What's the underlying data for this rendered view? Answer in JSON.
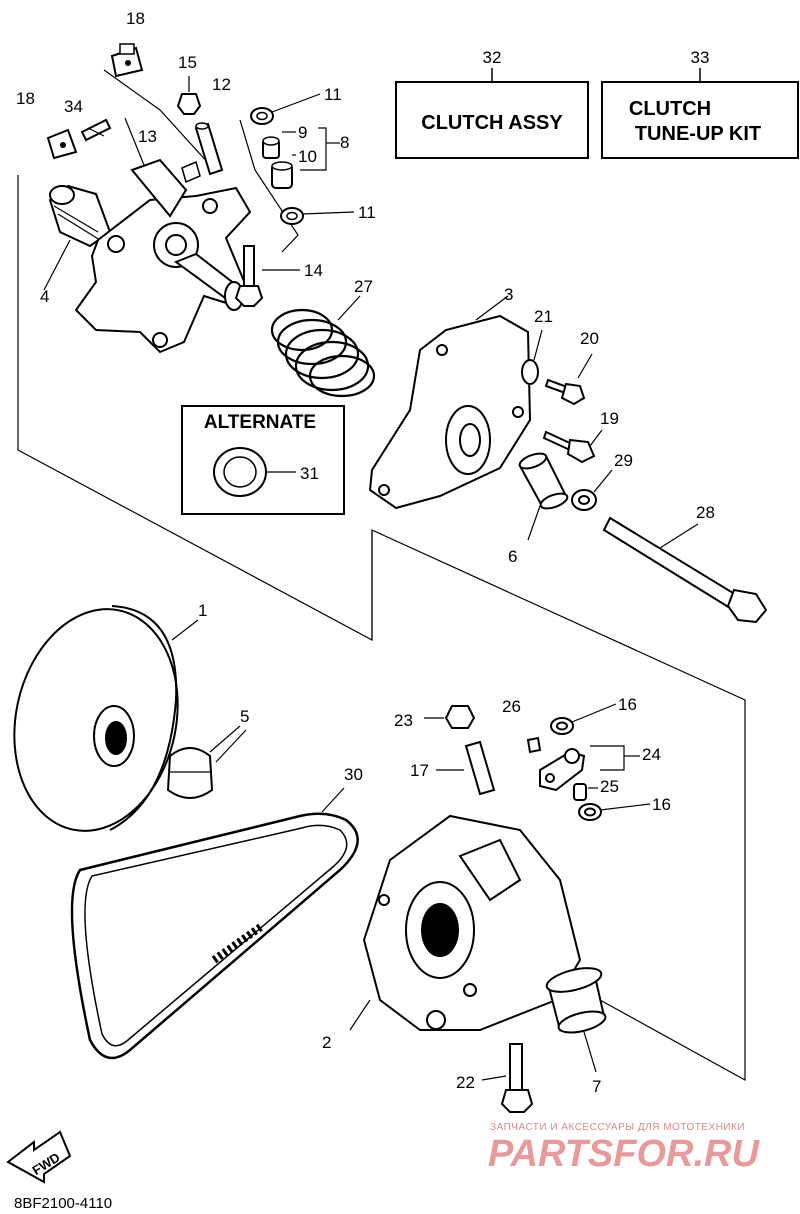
{
  "diagram": {
    "kit_boxes": {
      "clutch_assy": {
        "number": "32",
        "label": "CLUTCH ASSY"
      },
      "tune_up": {
        "number": "33",
        "line1": "CLUTCH",
        "line2": "TUNE-UP KIT"
      }
    },
    "alternate": {
      "label": "ALTERNATE",
      "part": "31"
    },
    "callouts": [
      "18",
      "15",
      "12",
      "11",
      "34",
      "18",
      "13",
      "9",
      "8",
      "10",
      "11",
      "14",
      "4",
      "27",
      "3",
      "21",
      "20",
      "19",
      "29",
      "6",
      "28",
      "1",
      "5",
      "23",
      "26",
      "16",
      "24",
      "17",
      "25",
      "16",
      "30",
      "2",
      "22",
      "7"
    ],
    "fwd_label": "FWD",
    "diagram_code": "8BF2100-4110",
    "watermark": {
      "small": "ЗАПЧАСТИ И АКСЕССУАРЫ ДЛЯ МОТОТЕХНИКИ",
      "big": "PARTSFOR.RU"
    }
  }
}
